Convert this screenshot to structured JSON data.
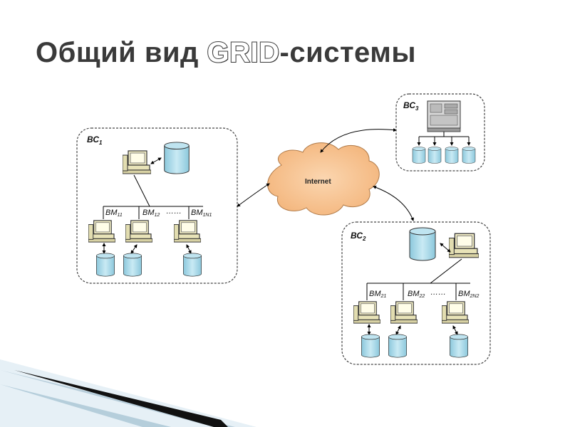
{
  "title": {
    "prefix": "Общий вид ",
    "highlight": "GRID",
    "suffix": "-системы"
  },
  "internet": {
    "label": "Internet"
  },
  "bc1": {
    "label": "ВС",
    "sub": "1",
    "nodes": [
      {
        "label": "ВМ",
        "sub": "11"
      },
      {
        "label": "ВМ",
        "sub": "12"
      },
      {
        "label": "ВМ",
        "sub": "1N1"
      }
    ],
    "dots": "……"
  },
  "bc2": {
    "label": "ВС",
    "sub": "2",
    "nodes": [
      {
        "label": "ВМ",
        "sub": "21"
      },
      {
        "label": "ВМ",
        "sub": "22"
      },
      {
        "label": "ВМ",
        "sub": "2N2"
      }
    ],
    "dots": "……"
  },
  "bc3": {
    "label": "ВС",
    "sub": "3"
  },
  "colors": {
    "cylinder": "#a8d8e8",
    "cloud": "#f9c89a",
    "monitor": "#f5f0c8"
  }
}
